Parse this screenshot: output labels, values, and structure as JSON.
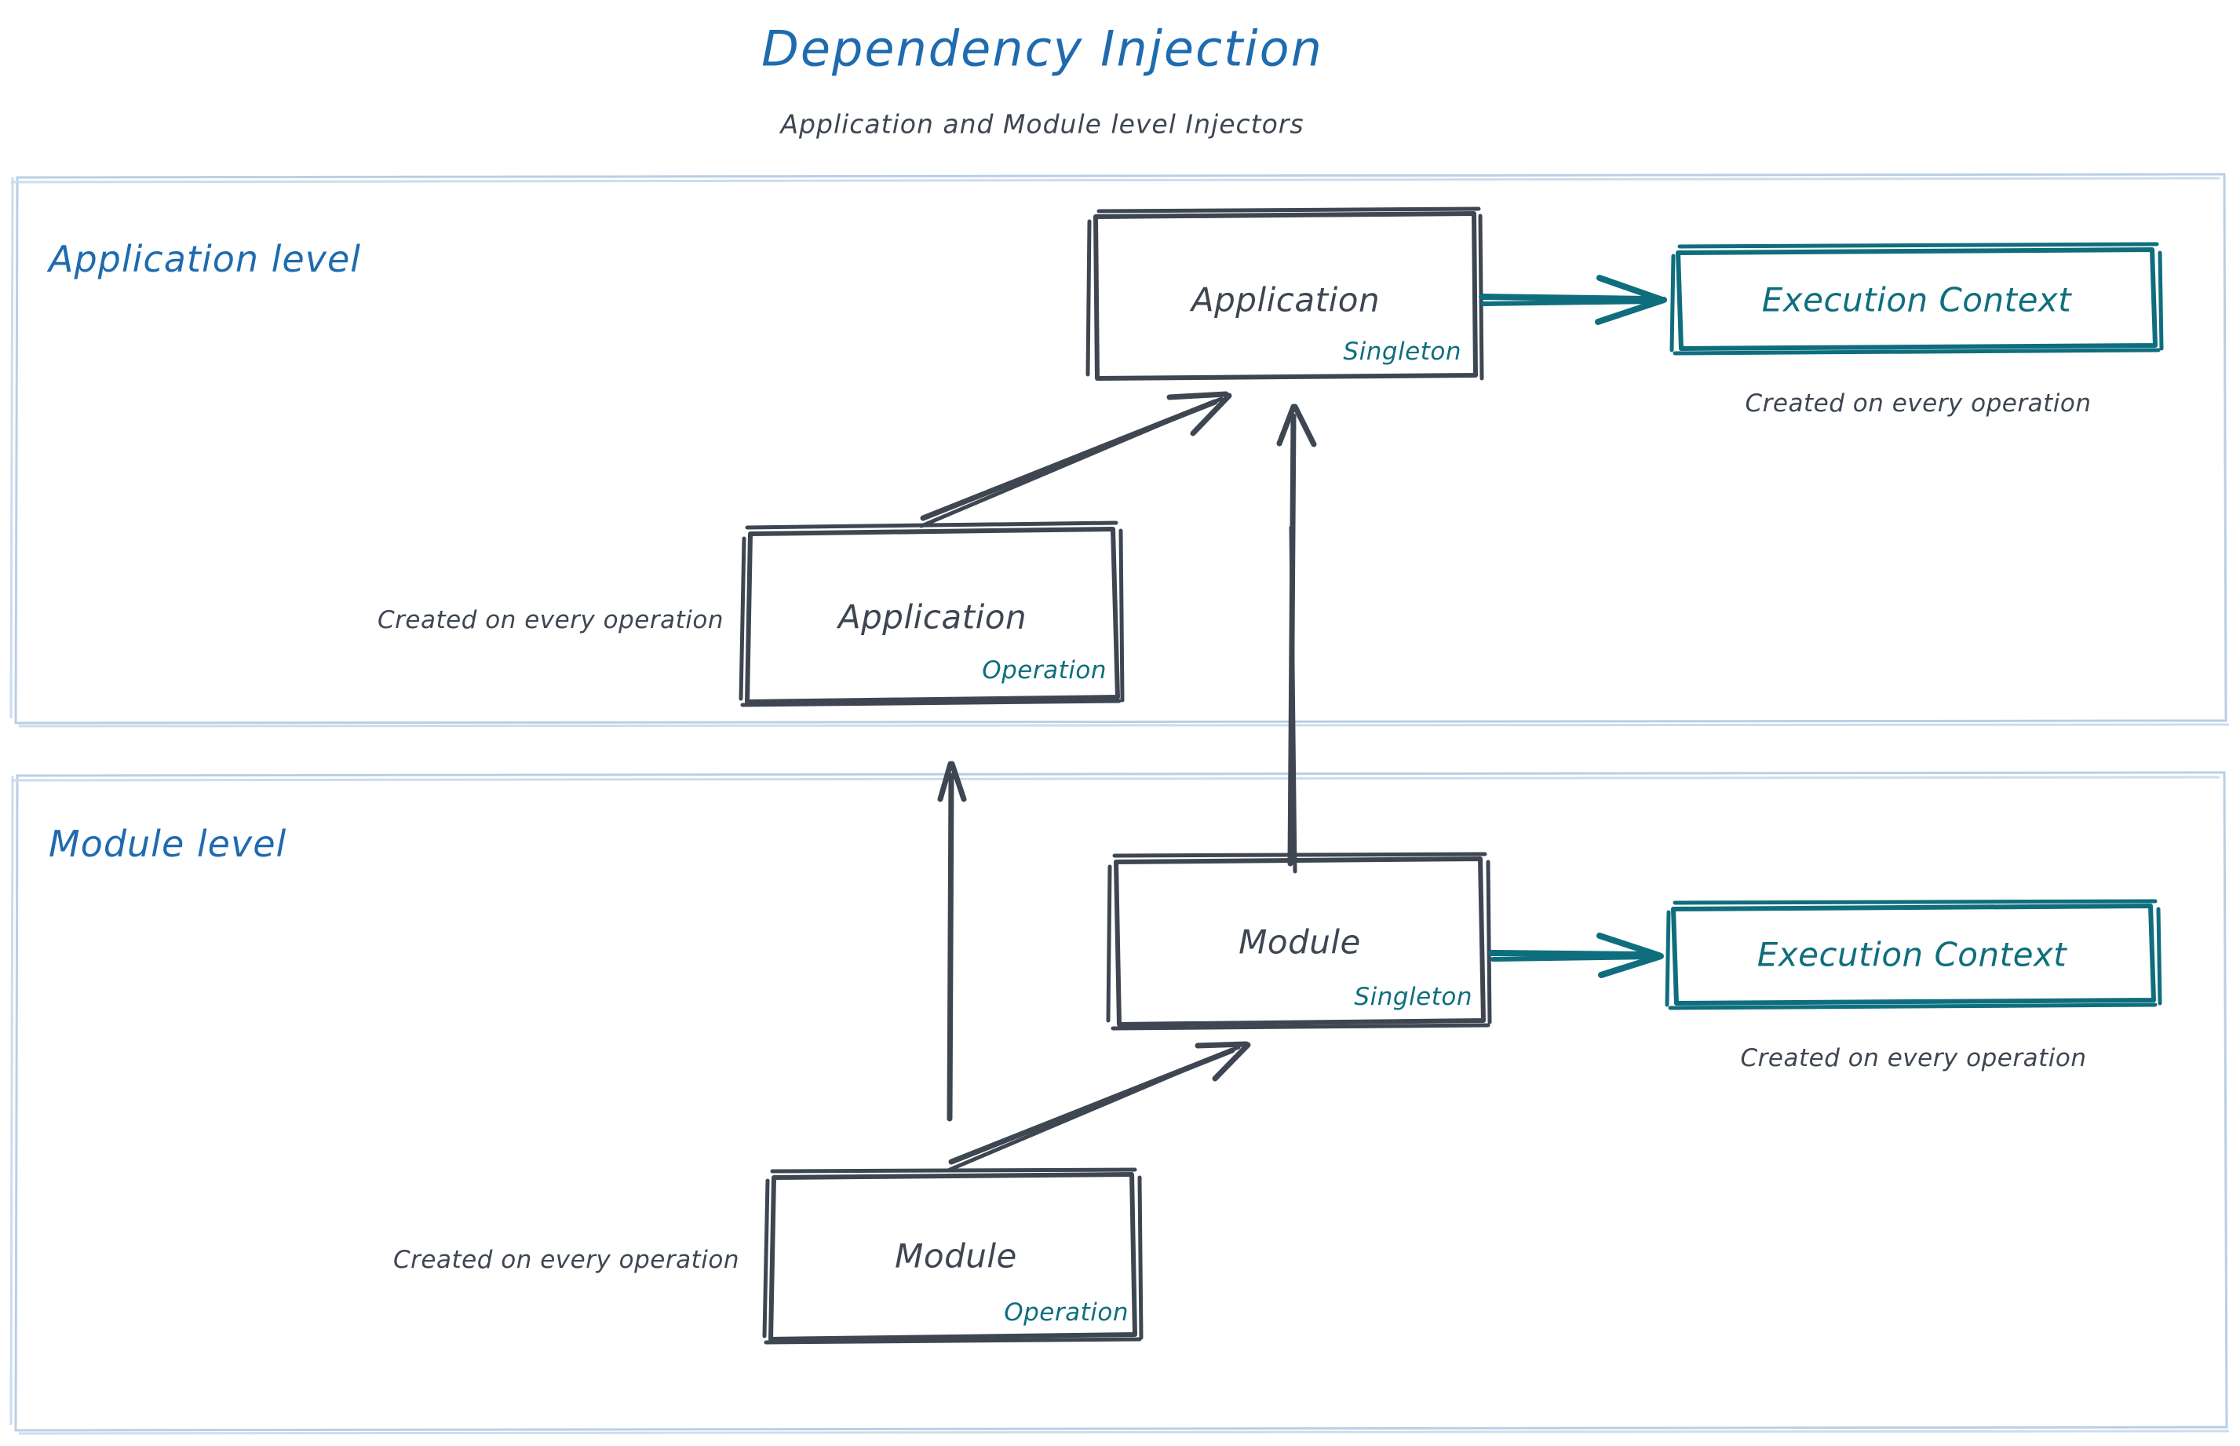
{
  "header": {
    "title": "Dependency Injection",
    "subtitle": "Application and Module level Injectors"
  },
  "colors": {
    "title_blue": "#1f6bb0",
    "lane_border": "#b9cfe6",
    "node_stroke": "#3e4652",
    "node_text": "#3e4652",
    "scope_teal": "#0f6e7d",
    "context_teal": "#0f6e7d",
    "background": "#ffffff"
  },
  "lanes": [
    {
      "id": "application-level",
      "label": "Application level"
    },
    {
      "id": "module-level",
      "label": "Module level"
    }
  ],
  "nodes": [
    {
      "id": "application-singleton",
      "title": "Application",
      "scope": "Singleton",
      "lane": "application-level"
    },
    {
      "id": "application-operation",
      "title": "Application",
      "scope": "Operation",
      "lane": "application-level"
    },
    {
      "id": "module-singleton",
      "title": "Module",
      "scope": "Singleton",
      "lane": "module-level"
    },
    {
      "id": "module-operation",
      "title": "Module",
      "scope": "Operation",
      "lane": "module-level"
    }
  ],
  "context_nodes": [
    {
      "id": "application-execution-context",
      "title": "Execution Context",
      "note": "Created on every operation",
      "lane": "application-level"
    },
    {
      "id": "module-execution-context",
      "title": "Execution Context",
      "note": "Created on every operation",
      "lane": "module-level"
    }
  ],
  "notes": [
    {
      "id": "application-operation-note",
      "text": "Created on every operation"
    },
    {
      "id": "module-operation-note",
      "text": "Created on every operation"
    }
  ],
  "edges": [
    {
      "id": "app-singleton-to-app-context",
      "from": "application-singleton",
      "to": "application-execution-context",
      "color": "teal"
    },
    {
      "id": "app-operation-to-app-singleton",
      "from": "application-operation",
      "to": "application-singleton",
      "color": "dark"
    },
    {
      "id": "module-singleton-to-app-singleton",
      "from": "module-singleton",
      "to": "application-singleton",
      "color": "dark"
    },
    {
      "id": "module-singleton-to-module-context",
      "from": "module-singleton",
      "to": "module-execution-context",
      "color": "teal"
    },
    {
      "id": "module-operation-to-module-singleton",
      "from": "module-operation",
      "to": "module-singleton",
      "color": "dark"
    },
    {
      "id": "module-operation-to-app-operation",
      "from": "module-operation",
      "to": "application-operation",
      "color": "dark"
    }
  ]
}
